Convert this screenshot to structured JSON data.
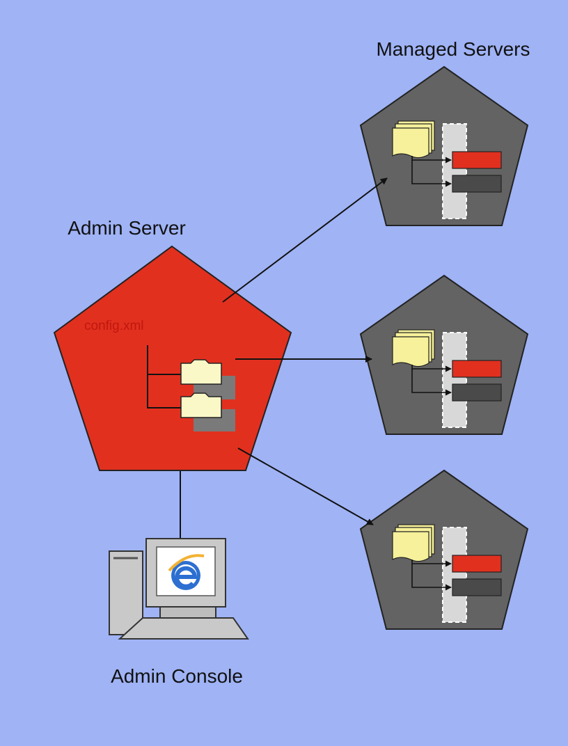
{
  "labels": {
    "managed_servers": "Managed Servers",
    "admin_server": "Admin Server",
    "config_file": "config.xml",
    "admin_console": "Admin Console"
  },
  "colors": {
    "background": "#9fb3f5",
    "admin_server": "#e2301f",
    "managed_server": "#636363",
    "red_block": "#e2301f",
    "dark_block": "#4a4a4a",
    "folder": "#fbf8c8",
    "document": "#f6f19a"
  },
  "icons": {
    "browser": "internet-explorer-icon",
    "computer": "desktop-computer-icon",
    "folder": "folder-icon",
    "documents": "document-stack-icon"
  },
  "managed_server_count": 3
}
